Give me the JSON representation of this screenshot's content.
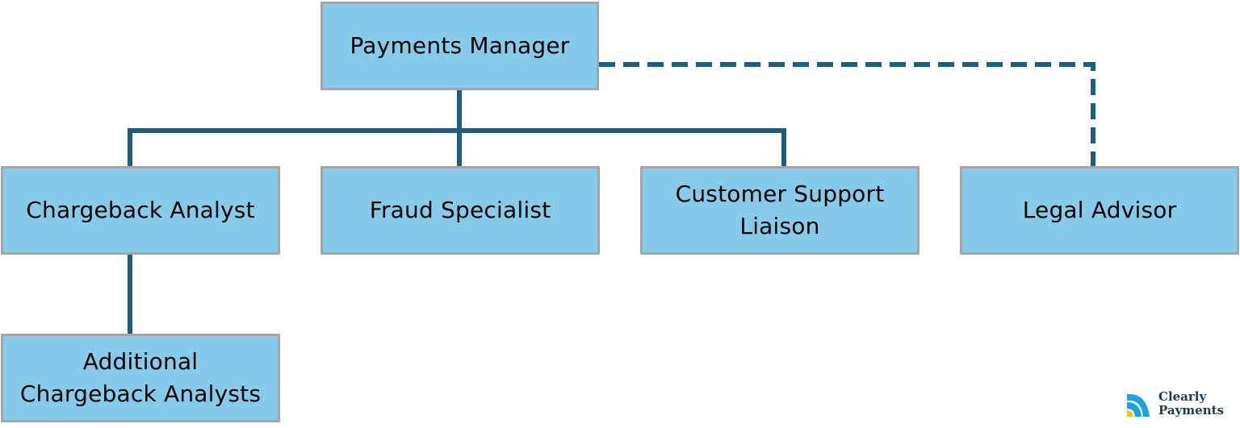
{
  "diagram": {
    "type": "org-chart",
    "colors": {
      "node_fill": "#86cbea",
      "node_border": "#a6a6a6",
      "connector": "#1b5e7e"
    },
    "nodes": {
      "manager": {
        "label": "Payments Manager"
      },
      "chargeback": {
        "label": "Chargeback Analyst"
      },
      "fraud": {
        "label": "Fraud Specialist"
      },
      "support": {
        "label": "Customer Support\nLiaison"
      },
      "legal": {
        "label": "Legal Advisor"
      },
      "additional": {
        "label": "Additional\nChargeback Analysts"
      }
    },
    "edges": [
      {
        "from": "manager",
        "to": "chargeback",
        "style": "solid"
      },
      {
        "from": "manager",
        "to": "fraud",
        "style": "solid"
      },
      {
        "from": "manager",
        "to": "support",
        "style": "solid"
      },
      {
        "from": "manager",
        "to": "legal",
        "style": "dashed"
      },
      {
        "from": "chargeback",
        "to": "additional",
        "style": "solid"
      }
    ]
  },
  "logo": {
    "line1": "Clearly",
    "line2": "Payments",
    "colors": {
      "blue": "#1aa3e0",
      "yellow": "#f5c518",
      "text": "#1f3a4d"
    }
  }
}
